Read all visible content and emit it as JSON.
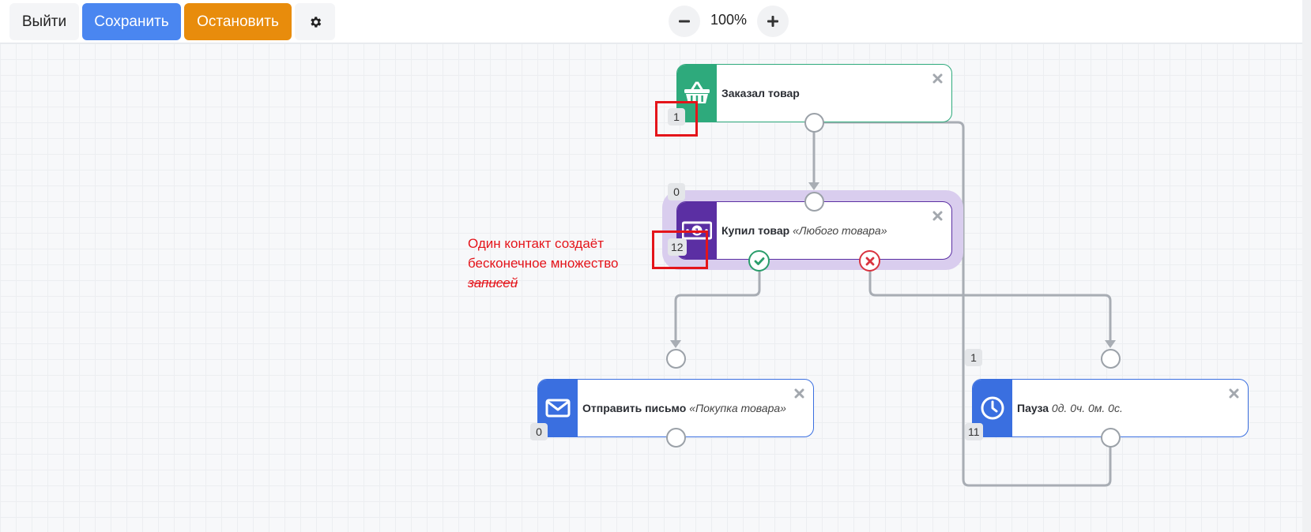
{
  "toolbar": {
    "exit_label": "Выйти",
    "save_label": "Сохранить",
    "stop_label": "Остановить",
    "settings_icon": "gear-icon",
    "zoom_out_icon": "minus-icon",
    "zoom_in_icon": "plus-icon",
    "zoom_value": "100%"
  },
  "nodes": {
    "order": {
      "title": "Заказал товар",
      "detail": "",
      "icon": "basket-icon",
      "color": "#2eaa7c",
      "count_out": "1"
    },
    "buy": {
      "title": "Купил товар",
      "detail": "«Любого товара»",
      "icon": "money-icon",
      "color": "#5b2fa3",
      "count_in": "0",
      "count_out": "12"
    },
    "mail": {
      "title": "Отправить письмо",
      "detail": "«Покупка товара»",
      "icon": "envelope-icon",
      "color": "#3a6fe0",
      "count_out": "0"
    },
    "pause": {
      "title": "Пауза",
      "detail": "0д. 0ч. 0м. 0с.",
      "icon": "clock-icon",
      "color": "#3a6fe0",
      "count_in": "1",
      "count_out": "11"
    }
  },
  "annotation": {
    "line1": "Один контакт создаёт",
    "line2": "бесконечное множество",
    "line3": "записей",
    "color": "#e4141a"
  }
}
